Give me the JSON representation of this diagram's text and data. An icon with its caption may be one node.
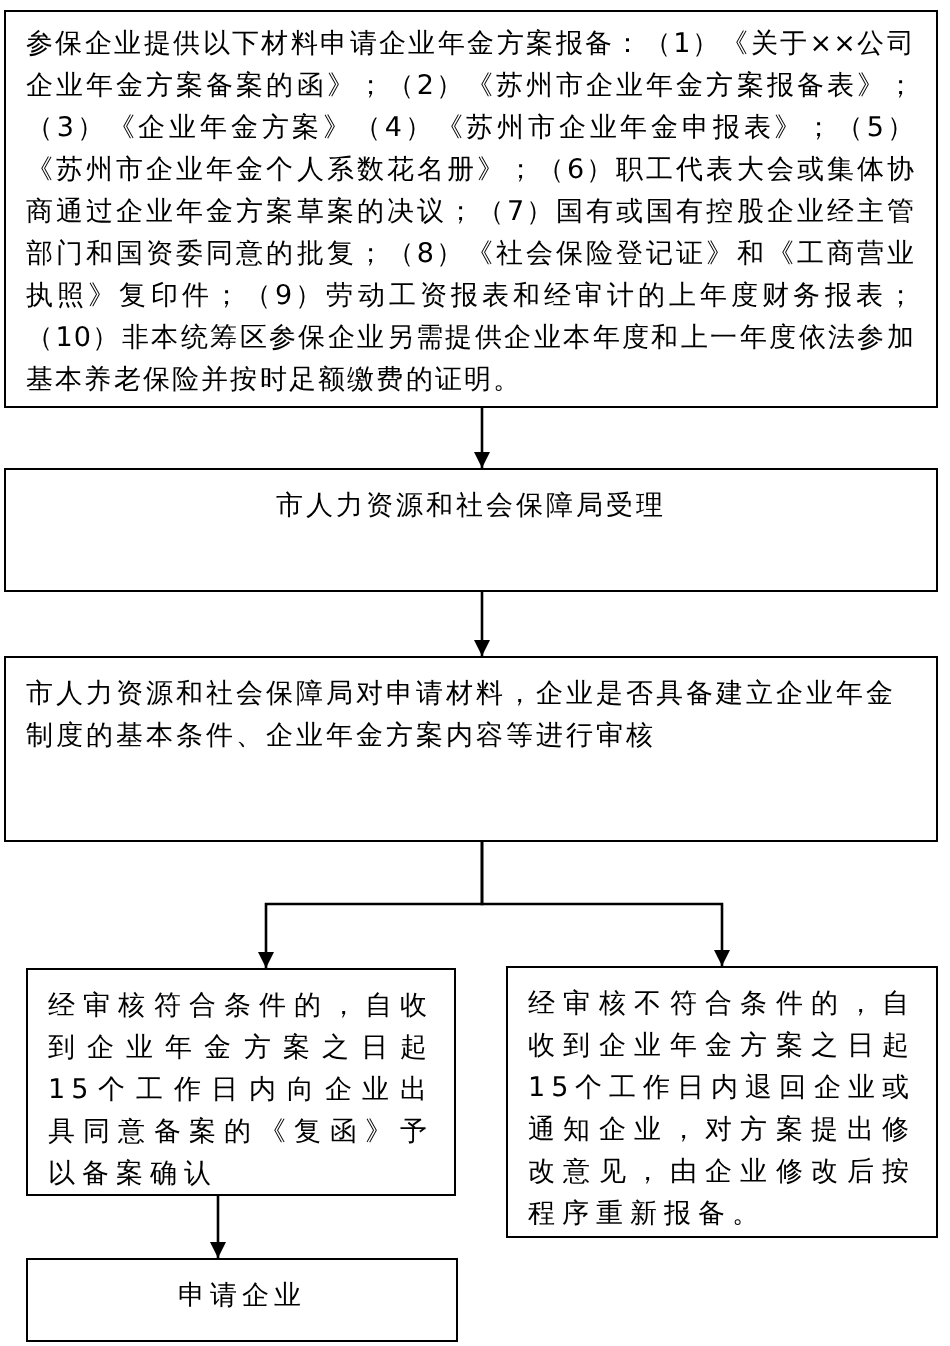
{
  "diagram": {
    "nodes": [
      {
        "text": [
          "参保企业提供以下材料申请企业年金方案报备：（1）《关于××公司企业年金方案备案的函》；（2）《苏州市企业年金方案报备表》；（3）《企业年金方案》（4）《苏州市企业年金申报表》；（5）《苏州市企业年金个人系数花名册》；（6）职工代表大会或集体协商通过企业年金方案草案的决议；（7）国有或国有控股企业经主管部门和国资委同意的批复；（8）《社会保险登记证》和《工商营业执照》复印件；（9）劳动工资报表和经审计的上年度财务报表；（10）非本统筹区参保企业另需提供企业本年度和上一年度依法参加基本养老保险并按时足额缴费的证明。"
        ]
      },
      {
        "text": [
          "市人力资源和社会保障局受理"
        ]
      },
      {
        "text": [
          "市人力资源和社会保障局对申请材料，企业是否具备建立企业年金制度的基本条件、企业年金方案内容等进行审核"
        ]
      },
      {
        "text": [
          "经审核符合条件的，自收到企业年金方案之日起15个工作日内向企业出具同意备案的《复函》予以备案确认"
        ]
      },
      {
        "text": [
          "经审核不符合条件的，自收到企业年金方案之日起15个工作日内退回企业或通知企业，对方案提出修改意见，由企业修改后按程序重新报备。"
        ]
      },
      {
        "text": [
          "申请企业"
        ]
      }
    ],
    "edges": [
      {
        "from": 0,
        "to": 1,
        "arrow": "to"
      },
      {
        "from": 1,
        "to": 2,
        "arrow": "to"
      },
      {
        "from": 2,
        "to": 3,
        "arrow": "to"
      },
      {
        "from": 2,
        "to": 4,
        "arrow": "to"
      },
      {
        "from": 3,
        "to": 5,
        "arrow": "to"
      }
    ]
  }
}
